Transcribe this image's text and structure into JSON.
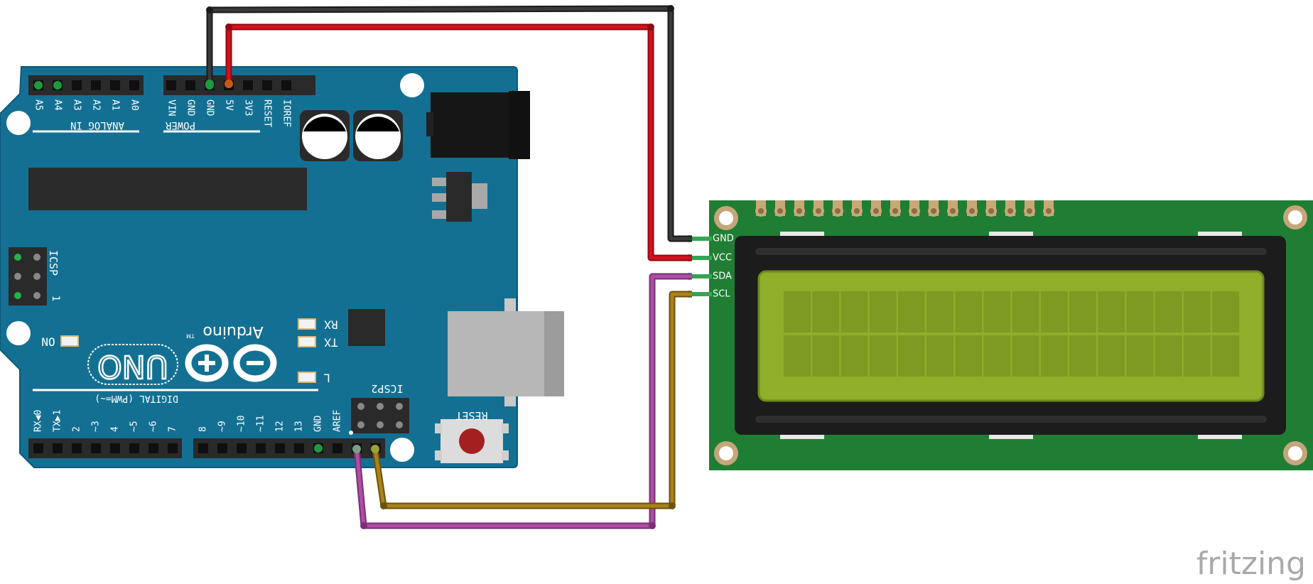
{
  "arduino": {
    "logo_text": "Arduino",
    "tm": "TM",
    "model": "UNO",
    "analog_header": "ANALOG IN",
    "power_header": "POWER",
    "digital_header": "DIGITAL (PWM=~)",
    "icsp_label": "ICSP",
    "icsp2_label": "ICSP2",
    "icsp_pin1": "1",
    "reset_label": "RESET",
    "led_on": "ON",
    "led_rx": "RX",
    "led_tx": "TX",
    "led_l": "L",
    "analog_pins": [
      "A5",
      "A4",
      "A3",
      "A2",
      "A1",
      "A0"
    ],
    "power_pins": [
      "VIN",
      "GND",
      "GND",
      "5V",
      "3V3",
      "RESET",
      "IOREF"
    ],
    "digital_low": [
      "RX◀0",
      "TX▶1",
      "2",
      "~3",
      "4",
      "~5",
      "~6",
      "7"
    ],
    "digital_high": [
      "8",
      "~9",
      "~10",
      "~11",
      "12",
      "13",
      "GND",
      "AREF"
    ]
  },
  "lcd": {
    "pins": [
      "GND",
      "VCC",
      "SDA",
      "SCL"
    ],
    "rows": 2,
    "cols": 16
  },
  "wires": [
    {
      "name": "GND",
      "color": "#2b2b2b"
    },
    {
      "name": "VCC",
      "color": "#c1101a"
    },
    {
      "name": "SDA",
      "color": "#a3459c"
    },
    {
      "name": "SCL",
      "color": "#a17a14"
    }
  ],
  "watermark": "fritzing",
  "colors": {
    "board": "#137093",
    "board_line": "#ffffff",
    "lcd_pcb": "#1f7e33",
    "lcd_screen": "#8fae2a",
    "lcd_cell": "#7d9a22"
  }
}
